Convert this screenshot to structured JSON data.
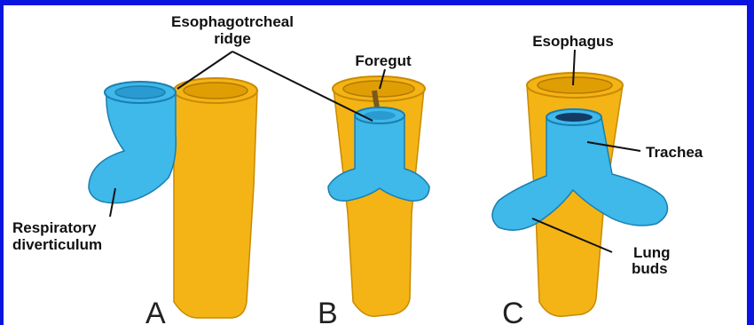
{
  "labels": {
    "esophagotrcheal_1": "Esophagotrcheal",
    "esophagotrcheal_2": "ridge",
    "foregut": "Foregut",
    "esophagus": "Esophagus",
    "trachea": "Trachea",
    "respiratory_1": "Respiratory",
    "respiratory_2": "diverticulum",
    "lung_1": "Lung",
    "lung_2": "buds"
  },
  "panels": {
    "a": "A",
    "b": "B",
    "c": "C"
  },
  "colors": {
    "border": "#0a14e0",
    "esophagus": "#f4b416",
    "esophagus_dark": "#c98a00",
    "respiratory": "#3fb8ea",
    "respiratory_dark": "#1a7fb0",
    "lumen": "#7a5a1a"
  }
}
